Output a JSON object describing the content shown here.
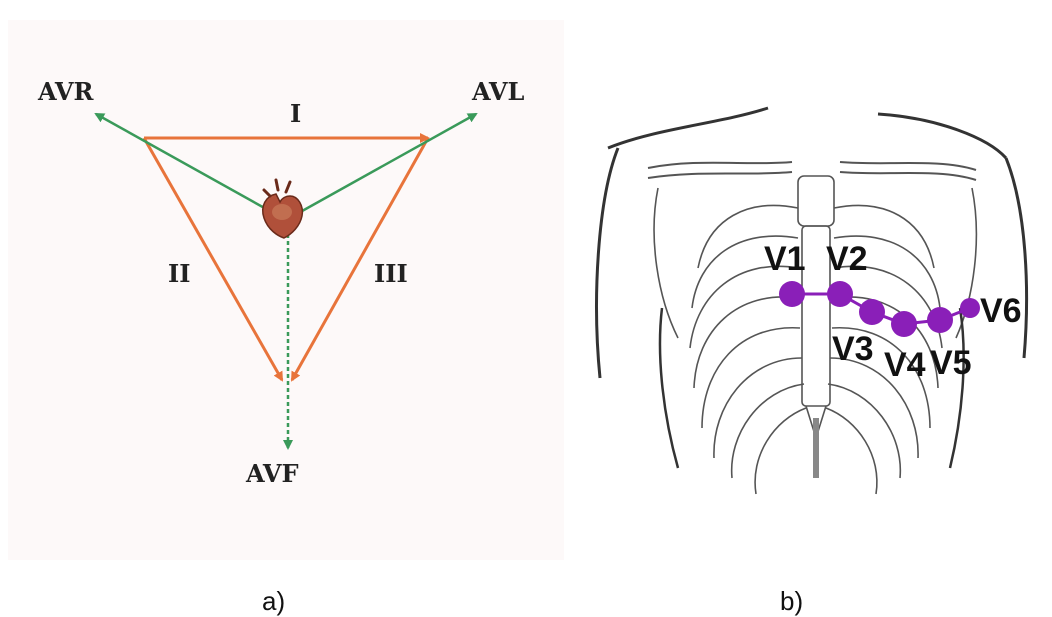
{
  "panel_a": {
    "caption": "a)",
    "augmented_leads": {
      "avr": "AVR",
      "avl": "AVL",
      "avf": "AVF"
    },
    "limb_leads": {
      "lead_1": "I",
      "lead_2": "II",
      "lead_3": "III"
    },
    "colors": {
      "limb_lead_line": "#e8743b",
      "augmented_lead_line": "#3a9a5a",
      "heart": "#b0503a"
    },
    "icon": "heart-icon"
  },
  "panel_b": {
    "caption": "b)",
    "electrodes": [
      {
        "label": "V1"
      },
      {
        "label": "V2"
      },
      {
        "label": "V3"
      },
      {
        "label": "V4"
      },
      {
        "label": "V5"
      },
      {
        "label": "V6"
      }
    ],
    "colors": {
      "electrode": "#8a1fb8",
      "ribcage": "#555555"
    },
    "icon": "ribcage-icon"
  }
}
